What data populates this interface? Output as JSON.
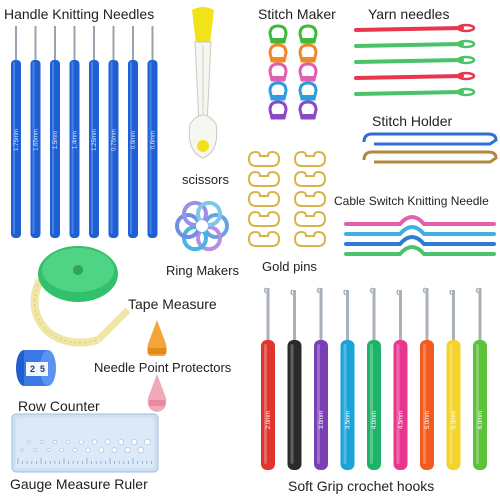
{
  "labels": {
    "handle_knitting_needles": "Handle Knitting Needles",
    "stitch_maker": "Stitch Maker",
    "yarn_needles": "Yarn needles",
    "stitch_holder": "Stitch Holder",
    "scissors": "scissors",
    "cable_switch": "Cable Switch Knitting Needle",
    "ring_makers": "Ring Makers",
    "gold_pins": "Gold pins",
    "tape_measure": "Tape Measure",
    "needle_point_protectors": "Needle Point Protectors",
    "row_counter": "Row Counter",
    "gauge_ruler": "Gauge Measure Ruler",
    "soft_grip_hooks": "Soft Grip crochet hooks"
  },
  "knitting_needles": {
    "color": "#1f5fd1",
    "sizes": [
      "1.75mm",
      "1.65mm",
      "1.5mm",
      "1.4mm",
      "1.25mm",
      "0.75mm",
      "0.9mm",
      "0.6mm"
    ]
  },
  "crochet_hooks": {
    "handles": [
      {
        "color": "#e0342d",
        "size": "2.0mm"
      },
      {
        "color": "#2b2b2b",
        "size": ""
      },
      {
        "color": "#7b3fb5",
        "size": "3.0mm"
      },
      {
        "color": "#1aa3d9",
        "size": "3.5mm"
      },
      {
        "color": "#1fb36a",
        "size": "4.0mm"
      },
      {
        "color": "#e8368f",
        "size": "4.5mm"
      },
      {
        "color": "#f25a1e",
        "size": "5.0mm"
      },
      {
        "color": "#f4d32a",
        "size": "5.5mm"
      },
      {
        "color": "#5cc23a",
        "size": "6.0mm"
      }
    ]
  },
  "stitch_markers": {
    "colors": [
      "#3fb93c",
      "#f2862a",
      "#e25fb0",
      "#2f9be0",
      "#8a49c8"
    ]
  },
  "yarn_needles": {
    "colors": [
      "#e8364d",
      "#4cc36a",
      "#4cc36a",
      "#e8364d",
      "#4cc36a"
    ]
  },
  "stitch_holder": {
    "colors": [
      "#2f6fd1",
      "#b08a3a"
    ]
  },
  "cable_needles": {
    "colors": [
      "#e25fb0",
      "#3fb0e0",
      "#2f7dd1",
      "#4cc36a"
    ]
  },
  "ring_markers": {
    "colors": [
      "#66a3e0",
      "#b58fe0",
      "#4ab3e6",
      "#6e8fe6",
      "#9c8fe6",
      "#7cc7ef"
    ]
  },
  "gold_pins": {
    "color": "#d9b44a"
  },
  "tape_measure": {
    "case_color": "#31c16a",
    "tape_color": "#f0e6a8"
  },
  "row_counter": {
    "digits": [
      "2",
      "5"
    ]
  },
  "protectors": {
    "colors": [
      "#f3a53a",
      "#f1a8b8"
    ]
  }
}
